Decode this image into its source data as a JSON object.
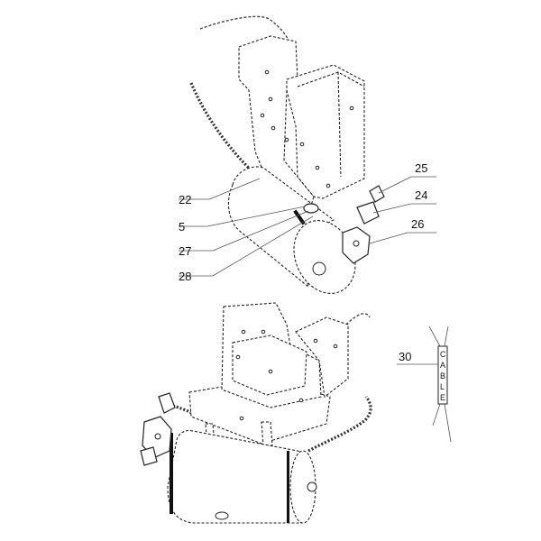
{
  "callouts": {
    "c22": "22",
    "c5": "5",
    "c27": "27",
    "c28": "28",
    "c25": "25",
    "c24": "24",
    "c26": "26",
    "c30": "30"
  },
  "cable_tag": {
    "letters": [
      "C",
      "A",
      "B",
      "L",
      "E"
    ]
  },
  "colors": {
    "line": "#222222",
    "background": "#ffffff"
  }
}
